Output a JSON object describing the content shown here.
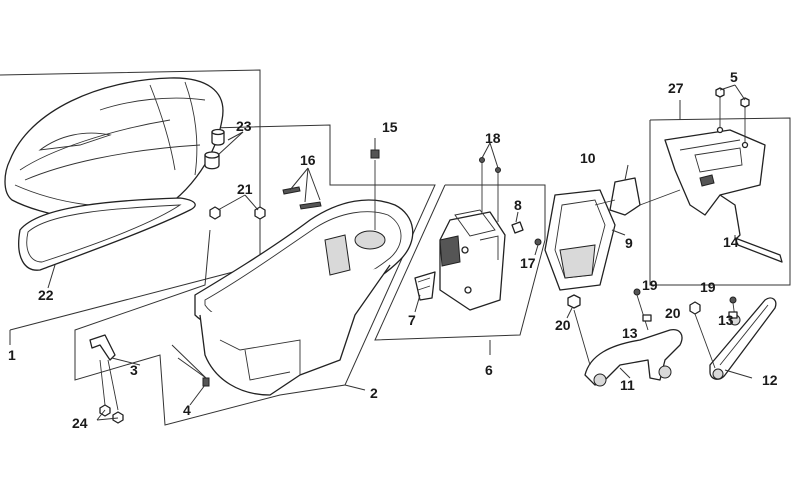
{
  "labels": {
    "l1": "1",
    "l2": "2",
    "l3": "3",
    "l4": "4",
    "l5": "5",
    "l6": "6",
    "l7": "7",
    "l8": "8",
    "l9": "9",
    "l10": "10",
    "l11": "11",
    "l12": "12",
    "l13a": "13",
    "l13b": "13",
    "l14": "14",
    "l15": "15",
    "l16": "16",
    "l17": "17",
    "l18": "18",
    "l19a": "19",
    "l19b": "19",
    "l20a": "20",
    "l20b": "20",
    "l21": "21",
    "l22": "22",
    "l23": "23",
    "l24": "24",
    "l27": "27"
  },
  "colors": {
    "line": "#222222",
    "shade": "#d9d9d9",
    "background": "#ffffff"
  }
}
